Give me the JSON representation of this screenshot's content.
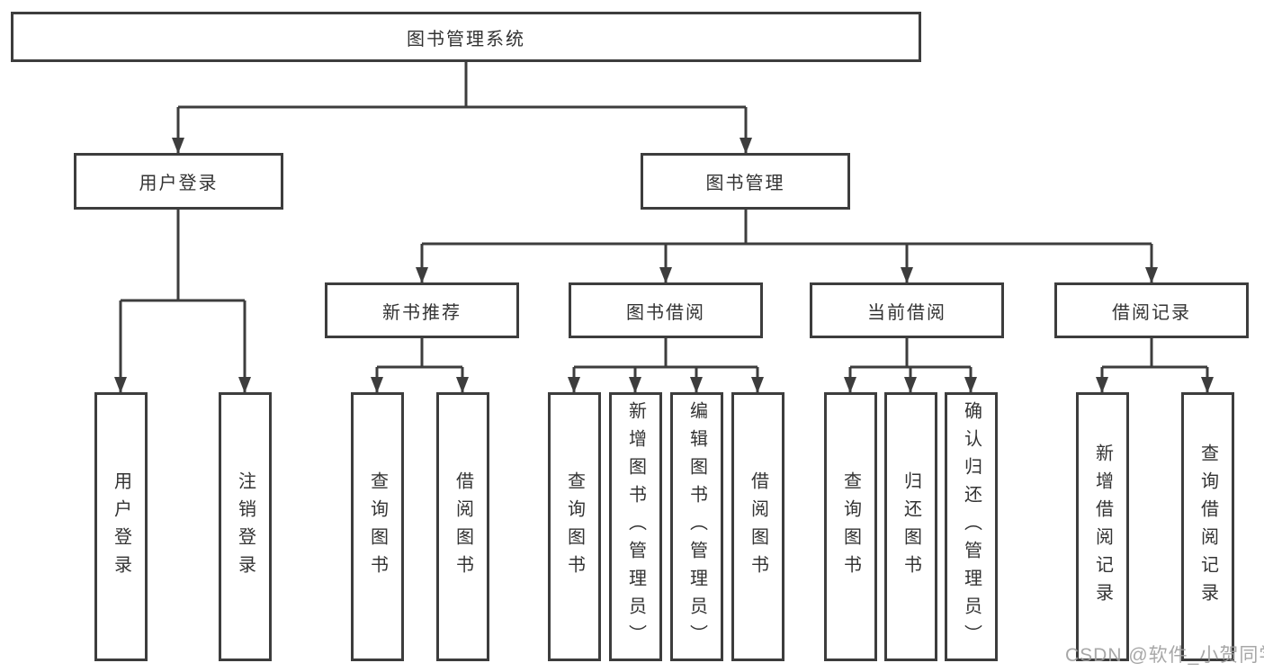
{
  "tree": {
    "root": "图书管理系统",
    "branches": [
      {
        "label": "用户登录",
        "children": [
          "用户登录",
          "注销登录"
        ]
      },
      {
        "label": "图书管理",
        "sections": [
          {
            "label": "新书推荐",
            "children": [
              "查询图书",
              "借阅图书"
            ]
          },
          {
            "label": "图书借阅",
            "children": [
              "查询图书",
              "新增图书（管理员）",
              "编辑图书（管理员）",
              "借阅图书"
            ]
          },
          {
            "label": "当前借阅",
            "children": [
              "查询图书",
              "归还图书",
              "确认归还（管理员）"
            ]
          },
          {
            "label": "借阅记录",
            "children": [
              "新增借阅记录",
              "查询借阅记录"
            ]
          }
        ]
      }
    ]
  },
  "watermark": {
    "text": "CSDN @软件_小贺同学"
  },
  "colors": {
    "line": "#3d3d3d",
    "text": "#333333",
    "watermark": "#9e9e9e",
    "background": "#ffffff"
  }
}
